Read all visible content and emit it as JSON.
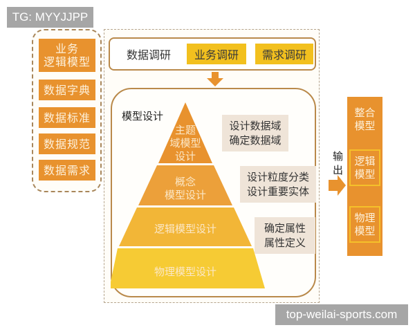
{
  "watermarks": {
    "top_left": "TG: MYYJJPP",
    "bottom_right": "top-weilai-sports.com"
  },
  "left_panel": {
    "items": [
      {
        "label": "业务\n逻辑模型"
      },
      {
        "label": "数据字典"
      },
      {
        "label": "数据标准"
      },
      {
        "label": "数据规范"
      },
      {
        "label": "数据需求"
      }
    ]
  },
  "research": {
    "label": "数据调研",
    "chips": [
      {
        "label": "业务调研"
      },
      {
        "label": "需求调研"
      }
    ]
  },
  "model_design": {
    "title": "模型设计",
    "pyramid": [
      {
        "label": "主题\n域模型\n设计",
        "color": "#e8922e"
      },
      {
        "label": "概念\n模型设计",
        "color": "#eca03a"
      },
      {
        "label": "逻辑模型设计",
        "color": "#f2b637"
      },
      {
        "label": "物理模型设计",
        "color": "#f6cb34"
      }
    ],
    "notes": [
      {
        "text": "设计数据域\n确定数据域"
      },
      {
        "text": "设计粒度分类\n设计重要实体"
      },
      {
        "text": "确定属性\n属性定义"
      }
    ]
  },
  "output": {
    "label": "输出",
    "panel": {
      "header": "整合\n模型",
      "items": [
        {
          "label": "逻辑\n模型"
        },
        {
          "label": "物理\n模型"
        }
      ]
    }
  },
  "colors": {
    "orange": "#e8922e",
    "yellow": "#f2c01e",
    "note_bg": "#efe4d8",
    "frame_border": "#b9894a"
  }
}
